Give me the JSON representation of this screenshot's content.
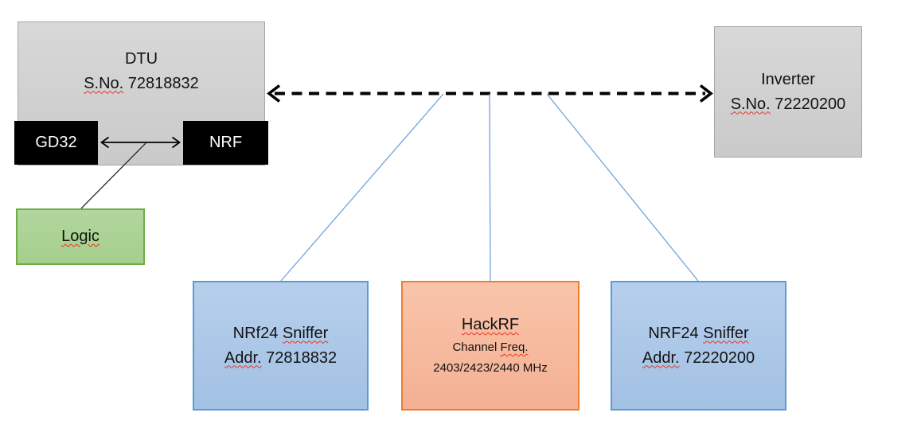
{
  "diagram": {
    "dtu": {
      "title": "DTU",
      "serial_label": "S.No.",
      "serial_value": " 72818832"
    },
    "gd32_chip": {
      "label": "GD32"
    },
    "nrf_chip": {
      "label": "NRF"
    },
    "logic_analyzer": {
      "label": "Logic"
    },
    "inverter": {
      "title": "Inverter",
      "serial_label": "S.No.",
      "serial_value": " 72220200"
    },
    "sniffer_left": {
      "title_prefix": "NRf24 ",
      "title_word": "Sniffer",
      "addr_label": "Addr.",
      "addr_value": " 72818832"
    },
    "hackrf": {
      "title": "HackRF",
      "freq_label_prefix": "Channel ",
      "freq_label_word": "Freq.",
      "freq_values": "2403/2423/2440 MHz"
    },
    "sniffer_right": {
      "title_prefix": "NRF24 ",
      "title_word": "Sniffer",
      "addr_label": "Addr.",
      "addr_value": " 72220200"
    }
  },
  "colors": {
    "device_fill": "#D3D3D3",
    "device_border": "#A6A6A6",
    "chip_fill": "#000000",
    "chip_text": "#FFFFFF",
    "logic_fill": "#ABD395",
    "logic_border": "#70AD47",
    "sniffer_fill": "#ACC7E8",
    "sniffer_border": "#5B9BD5",
    "hackrf_fill": "#F7BB9F",
    "hackrf_border": "#ED7D31",
    "connector_blue": "#71A3DB",
    "arrow_black": "#000000",
    "spellcheck_squiggle": "#EA3323"
  }
}
